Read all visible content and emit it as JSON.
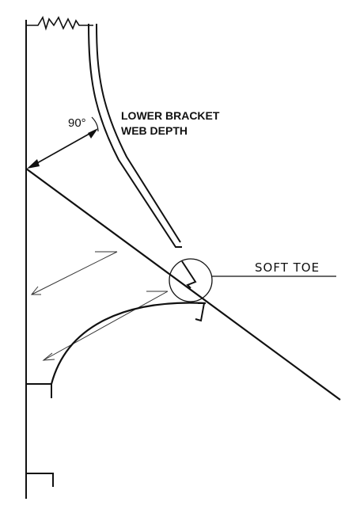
{
  "labels": {
    "bracket_line1": "LOWER BRACKET",
    "bracket_line2": "WEB DEPTH",
    "angle": "90°",
    "soft_toe": "SOFT  TOE"
  },
  "colors": {
    "stroke": "#111111",
    "background": "#ffffff"
  }
}
